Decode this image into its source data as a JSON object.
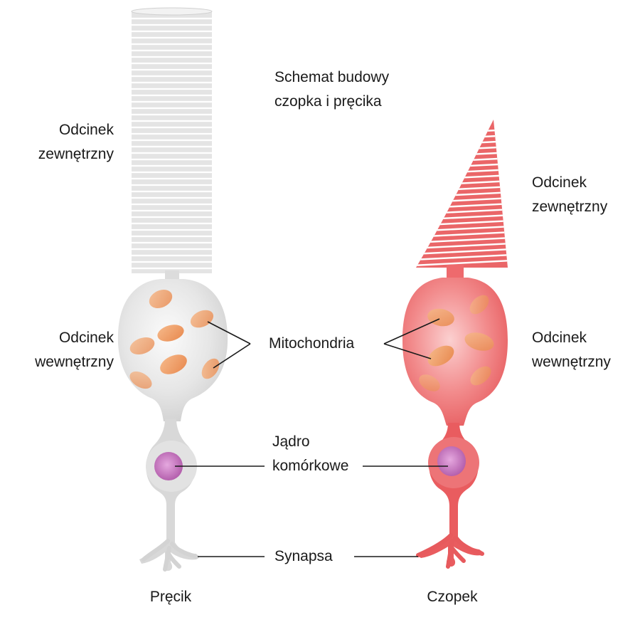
{
  "title": {
    "line1": "Schemat budowy",
    "line2": "czopka i pręcika"
  },
  "rod": {
    "name": "Pręcik",
    "outer_segment": {
      "line1": "Odcinek",
      "line2": "zewnętrzny"
    },
    "inner_segment": {
      "line1": "Odcinek",
      "line2": "wewnętrzny"
    }
  },
  "cone": {
    "name": "Czopek",
    "outer_segment": {
      "line1": "Odcinek",
      "line2": "zewnętrzny"
    },
    "inner_segment": {
      "line1": "Odcinek",
      "line2": "wewnętrzny"
    }
  },
  "shared_labels": {
    "mitochondria": "Mitochondria",
    "nucleus": {
      "line1": "Jądro",
      "line2": "komórkowe"
    },
    "synapse": "Synapsa"
  },
  "colors": {
    "rod_body": "#d9d9d9",
    "cone_body": "#ee6b6e",
    "mitochondria": "#f0a26a",
    "nucleus": "#c06ab8"
  }
}
